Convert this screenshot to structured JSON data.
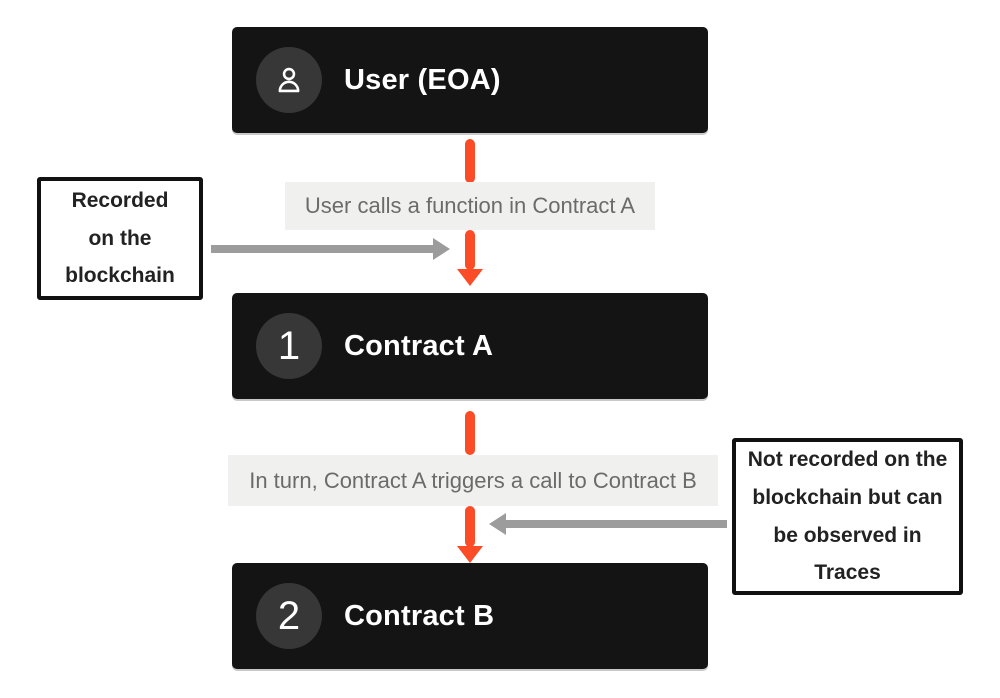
{
  "colors": {
    "accent": "#FB4B27",
    "node_bg": "#141414",
    "badge_bg": "#373737",
    "label_bg": "#F0F0EF",
    "label_text": "#6B6B6B",
    "arrow_gray": "#9C9C9C",
    "note_border": "#111111",
    "note_text": "#222222"
  },
  "diagram": {
    "nodes": [
      {
        "id": "user",
        "icon": "user-icon",
        "title": "User (EOA)"
      },
      {
        "id": "contract-a",
        "badge": "1",
        "title": "Contract A"
      },
      {
        "id": "contract-b",
        "badge": "2",
        "title": "Contract B"
      }
    ],
    "flow_labels": [
      {
        "text": "User calls a function in Contract A"
      },
      {
        "text": "In turn, Contract A triggers a call to Contract B"
      }
    ],
    "annotations": [
      {
        "side": "left",
        "text": "Recorded\non the\nblockchain"
      },
      {
        "side": "right",
        "text": "Not recorded on the\nblockchain but can\nbe observed in\nTraces"
      }
    ]
  }
}
